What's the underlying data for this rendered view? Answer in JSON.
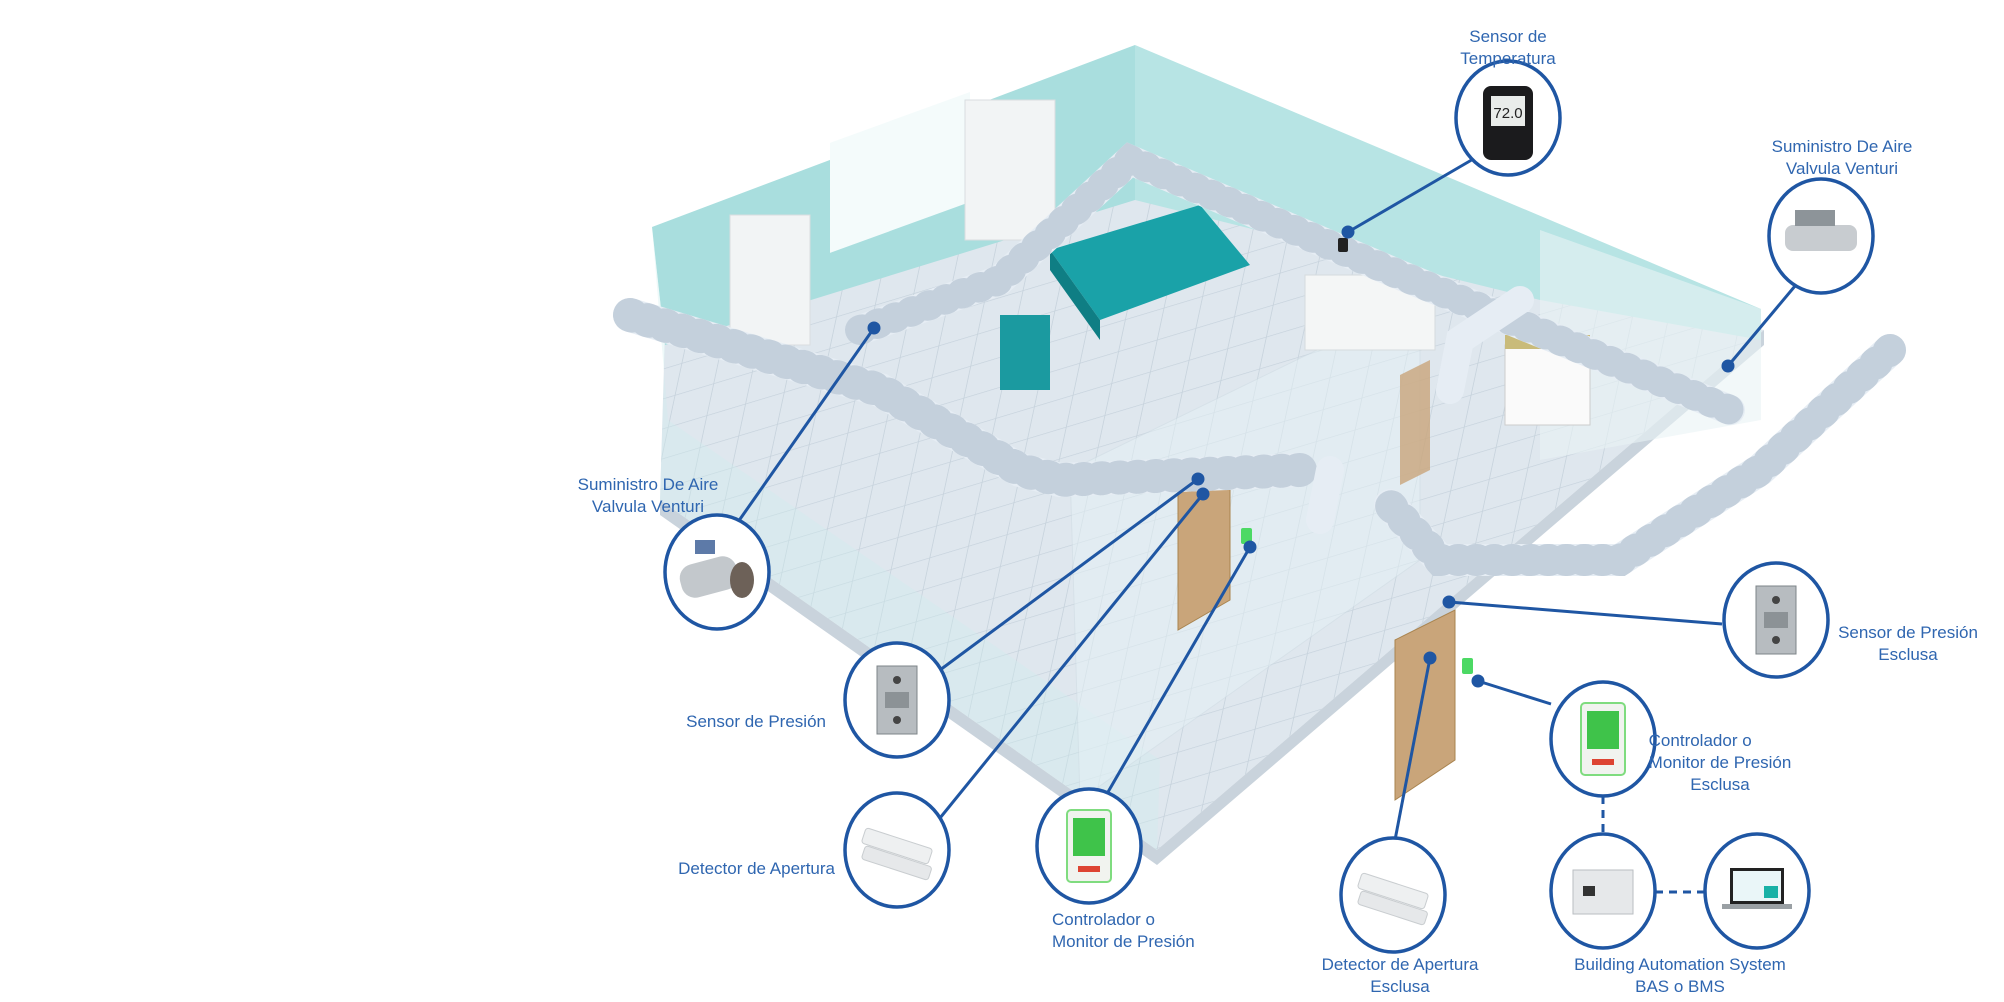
{
  "colors": {
    "accent": "#1f56a3",
    "label": "#2f66b0",
    "wall": "#a9dede",
    "floor": "#dde6ec",
    "duct": "#e8eef4"
  },
  "labels": {
    "temp_sensor": [
      "Sensor de",
      "Temperatura"
    ],
    "air_supply_right": [
      "Suministro De Aire",
      "Valvula Venturi"
    ],
    "air_supply_left": [
      "Suministro De Aire",
      "Valvula Venturi"
    ],
    "pressure_sensor": [
      "Sensor de Presión"
    ],
    "door_detector": [
      "Detector de Apertura"
    ],
    "pressure_controller": [
      "Controlador o",
      "Monitor de Presión"
    ],
    "door_detector_airlock": [
      "Detector de Apertura",
      "Esclusa"
    ],
    "bas": [
      "Building Automation System",
      "BAS o BMS"
    ],
    "pressure_controller_airlock": [
      "Controlador o",
      "Monitor de Presión",
      "Esclusa"
    ],
    "pressure_sensor_airlock": [
      "Sensor de Presión",
      "Esclusa"
    ]
  },
  "thermostat_reading": "72.0"
}
